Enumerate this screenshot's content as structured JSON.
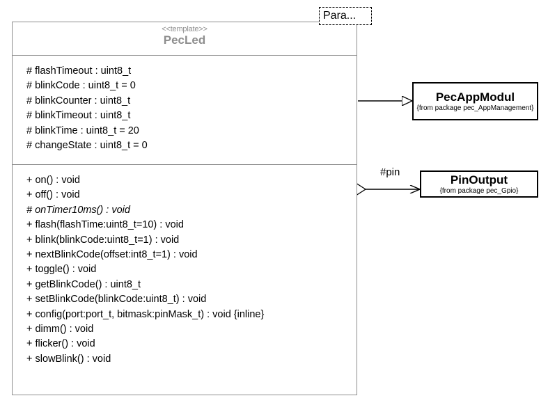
{
  "diagram": {
    "type": "uml-class-diagram",
    "template_parameter_box": {
      "label": "Para...",
      "style": "dashed"
    },
    "main_class": {
      "stereotype": "<<template>>",
      "name": "PecLed",
      "name_color": "#8e8e8e",
      "border_color": "#8c8c8c",
      "attributes": [
        "# flashTimeout : uint8_t",
        "# blinkCode : uint8_t = 0",
        "# blinkCounter : uint8_t",
        "# blinkTimeout : uint8_t",
        "# blinkTime : uint8_t = 20",
        "# changeState : uint8_t = 0"
      ],
      "operations": [
        {
          "text": "+ on() : void",
          "abstract": false
        },
        {
          "text": "+ off() : void",
          "abstract": false
        },
        {
          "text": "# onTimer10ms() : void",
          "abstract": true
        },
        {
          "text": "+ flash(flashTime:uint8_t=10) : void",
          "abstract": false
        },
        {
          "text": "+ blink(blinkCode:uint8_t=1) : void",
          "abstract": false
        },
        {
          "text": "+ nextBlinkCode(offset:int8_t=1) : void",
          "abstract": false
        },
        {
          "text": "+ toggle() : void",
          "abstract": false
        },
        {
          "text": "+ getBlinkCode() : uint8_t",
          "abstract": false
        },
        {
          "text": "+ setBlinkCode(blinkCode:uint8_t) : void",
          "abstract": false
        },
        {
          "text": "+ config(port:port_t, bitmask:pinMask_t) : void {inline}",
          "abstract": false
        },
        {
          "text": "+ dimm() : void",
          "abstract": false
        },
        {
          "text": "+ flicker() : void",
          "abstract": false
        },
        {
          "text": "+ slowBlink() : void",
          "abstract": false
        }
      ]
    },
    "related_classes": [
      {
        "name": "PecAppModul",
        "package": "{from package pec_AppManagement}"
      },
      {
        "name": "PinOutput",
        "package": "{from package pec_Gpio}"
      }
    ],
    "relationships": [
      {
        "kind": "generalization",
        "from": "PecLed",
        "to": "PecAppModul",
        "label": ""
      },
      {
        "kind": "aggregation",
        "from": "PecLed",
        "to": "PinOutput",
        "label": "#pin"
      }
    ]
  }
}
